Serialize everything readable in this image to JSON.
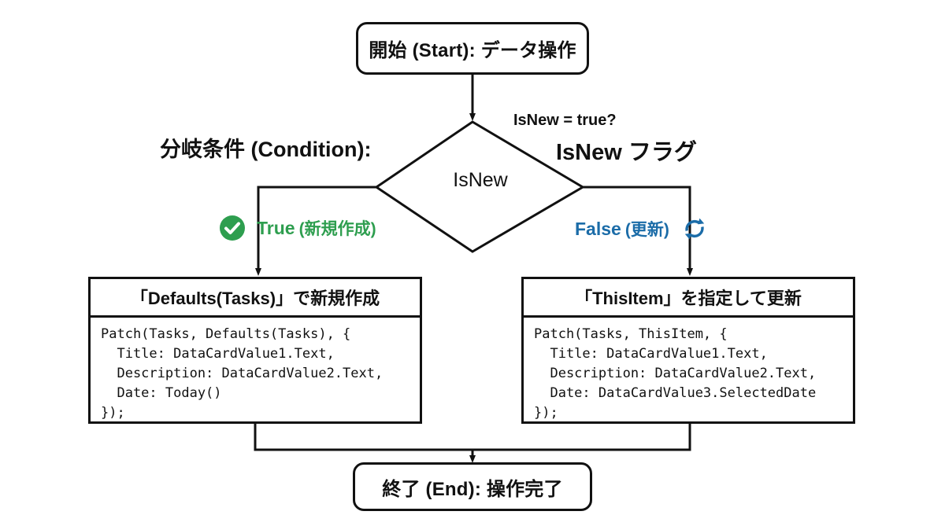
{
  "diagram": {
    "title_node": {
      "label": "開始 (Start): データ操作"
    },
    "end_node": {
      "label": "終了 (End): 操作完了"
    },
    "decision": {
      "label": "IsNew",
      "condition_heading": "分岐条件 (Condition):",
      "flag_sub_heading": "IsNew = true?",
      "flag_heading": "IsNew フラグ"
    },
    "branches": {
      "true": {
        "icon": "check-circle-icon",
        "main": "True",
        "sub": "(新規作成)",
        "color": "#2e9e4f"
      },
      "false": {
        "icon": "refresh-sync-icon",
        "main": "False",
        "sub": "(更新)",
        "color": "#1b6ca8"
      }
    },
    "boxes": [
      {
        "header": "「Defaults(Tasks)」で新規作成",
        "code": "Patch(Tasks, Defaults(Tasks), {\n  Title: DataCardValue1.Text,\n  Description: DataCardValue2.Text,\n  Date: Today()\n});"
      },
      {
        "header": "「ThisItem」を指定して更新",
        "code": "Patch(Tasks, ThisItem, {\n  Title: DataCardValue1.Text,\n  Description: DataCardValue2.Text,\n  Date: DataCardValue3.SelectedDate\n});"
      }
    ],
    "colors": {
      "stroke": "#111111",
      "background": "#ffffff",
      "true_accent": "#2e9e4f",
      "false_accent": "#1b6ca8"
    }
  }
}
